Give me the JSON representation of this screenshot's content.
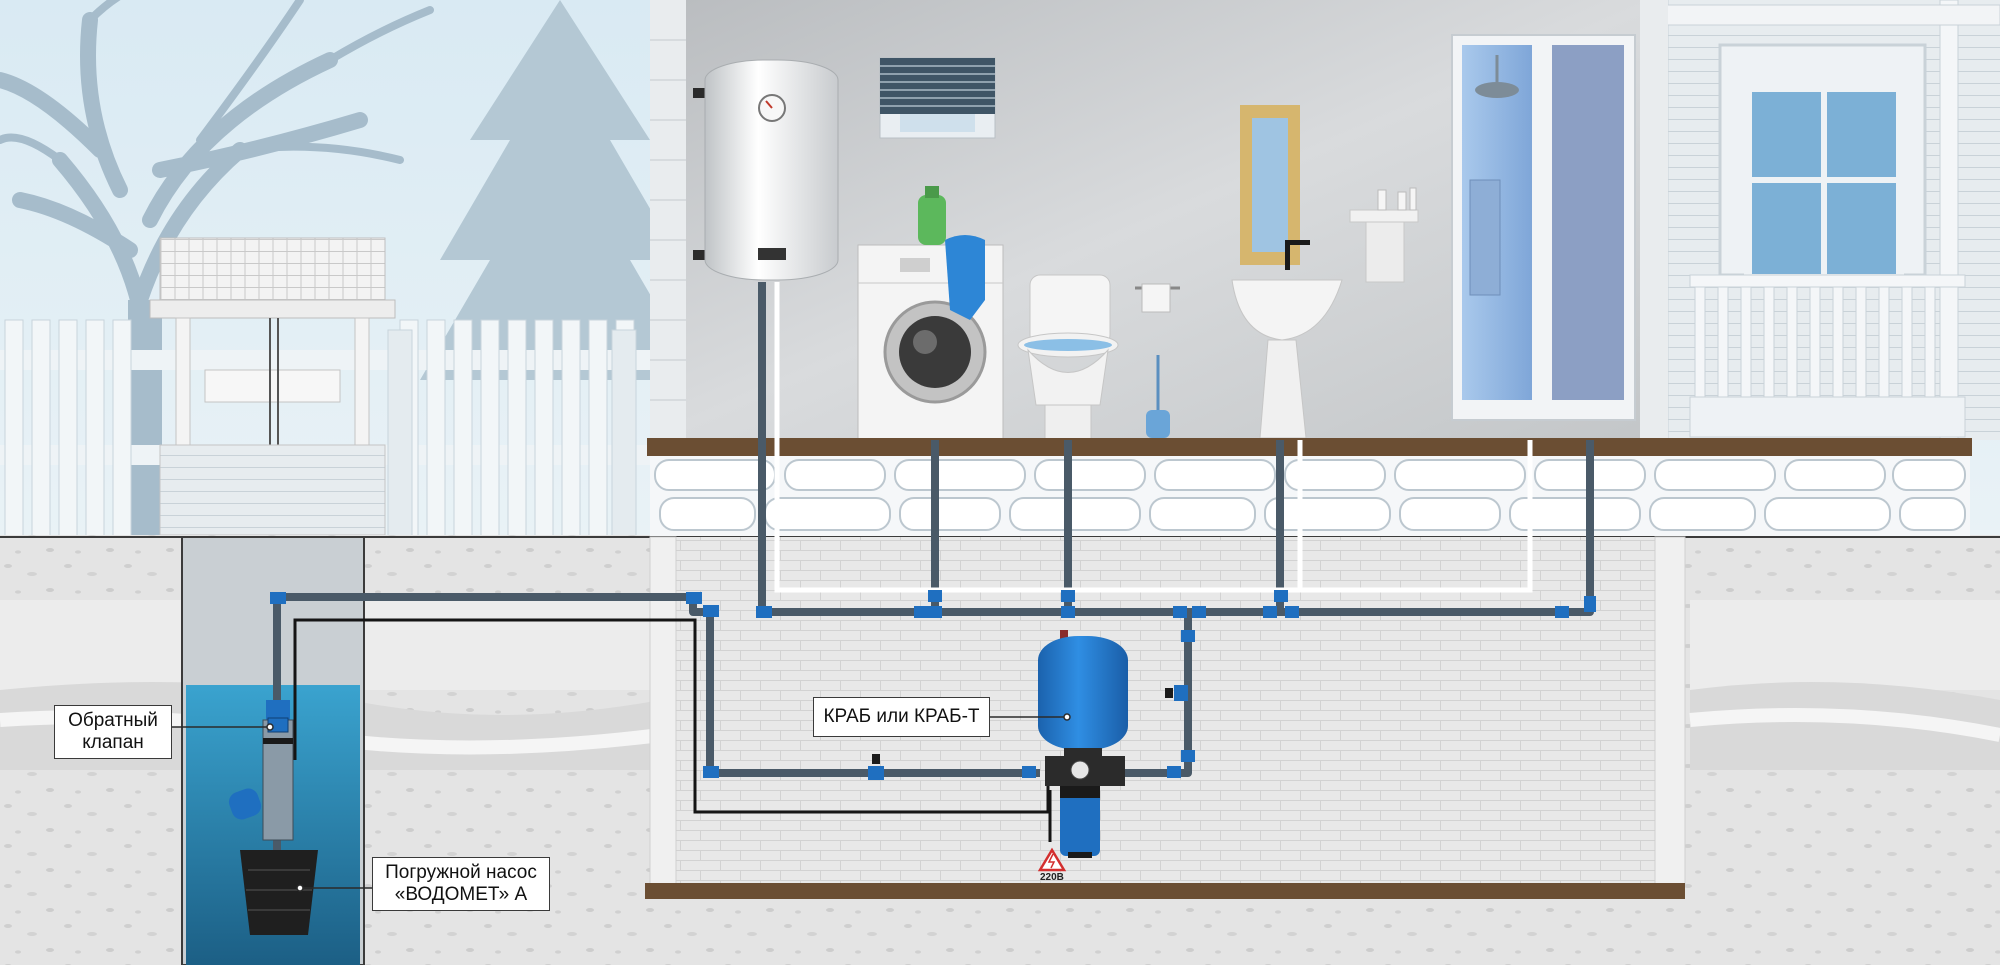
{
  "labels": {
    "check_valve": {
      "line1": "Обратный",
      "line2": "клапан"
    },
    "accumulator": {
      "text": "КРАБ или КРАБ-Т"
    },
    "submersible_pump": {
      "line1": "Погружной насос",
      "line2": "«ВОДОМЕТ» А"
    },
    "voltage": "220В"
  },
  "colors": {
    "sky": "#cfe3ee",
    "tree": "#9fb7c6",
    "ground": "#dcdcdc",
    "soil_band": "#e9e9e9",
    "basement_wall": "#e6e6e6",
    "house_wall": "#c8c8c8",
    "water": "#2e93c2",
    "pipe": "#4a5a68",
    "fitting": "#1f6fc0",
    "tank": "#1f77c9",
    "floor": "#6b4e33"
  }
}
